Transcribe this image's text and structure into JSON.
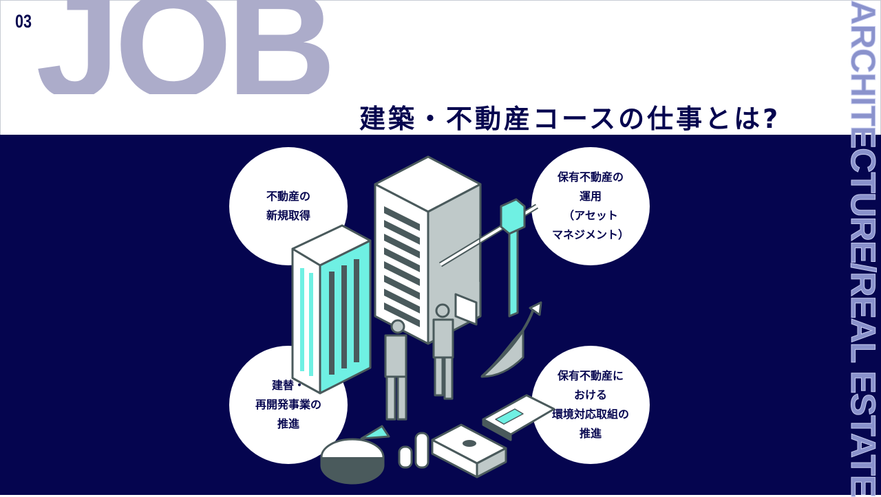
{
  "header": {
    "number": "03",
    "big_word": "JOB",
    "title": "建築・不動産コースの仕事とは?",
    "side_text": "ARCHITECTURE/REAL ESTATE"
  },
  "circles": [
    {
      "lines": [
        "不動産の",
        "新規取得"
      ]
    },
    {
      "lines": [
        "保有不動産の",
        "運用",
        "（アセット",
        "マネジメント）"
      ]
    },
    {
      "lines": [
        "建替・",
        "再開発事業の",
        "推進"
      ]
    },
    {
      "lines": [
        "保有不動産に",
        "おける",
        "環境対応取組の",
        "推進"
      ]
    }
  ],
  "colors": {
    "navy": "#05054f",
    "job": "#acacca",
    "teal": "#6ff0e3",
    "gray": "#bfc9c9",
    "dark": "#4a5a5c"
  }
}
